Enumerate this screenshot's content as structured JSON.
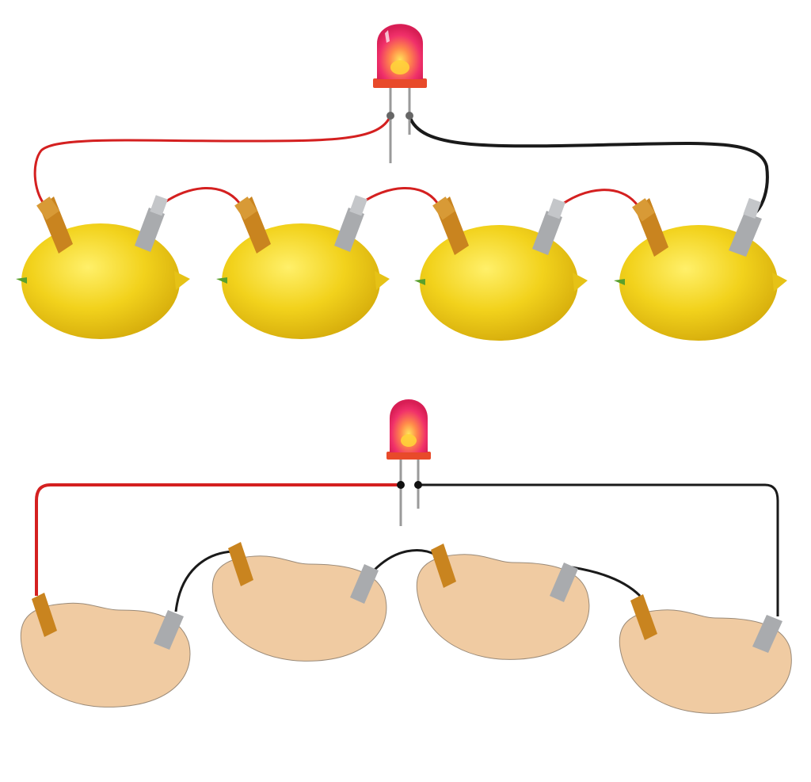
{
  "diagram": {
    "panels": [
      "realistic-lemon-battery",
      "simplified-cell-battery"
    ],
    "cell_count": 4,
    "colors": {
      "lemon": "#f2d21c",
      "lemon_shadow": "#d6ad0c",
      "lemon_stem": "#5aa02c",
      "cell_body": "#f0cba2",
      "cell_outline": "#9a8a78",
      "copper_electrode": "#c9841f",
      "zinc_electrode": "#a9abae",
      "red_wire": "#d42020",
      "black_wire": "#1a1a1a",
      "led_lens": "#f0306a",
      "led_glow": "#ffd23a",
      "led_base": "#e84a2a",
      "led_leg": "#9a9a9a",
      "junction": "#111111"
    }
  }
}
